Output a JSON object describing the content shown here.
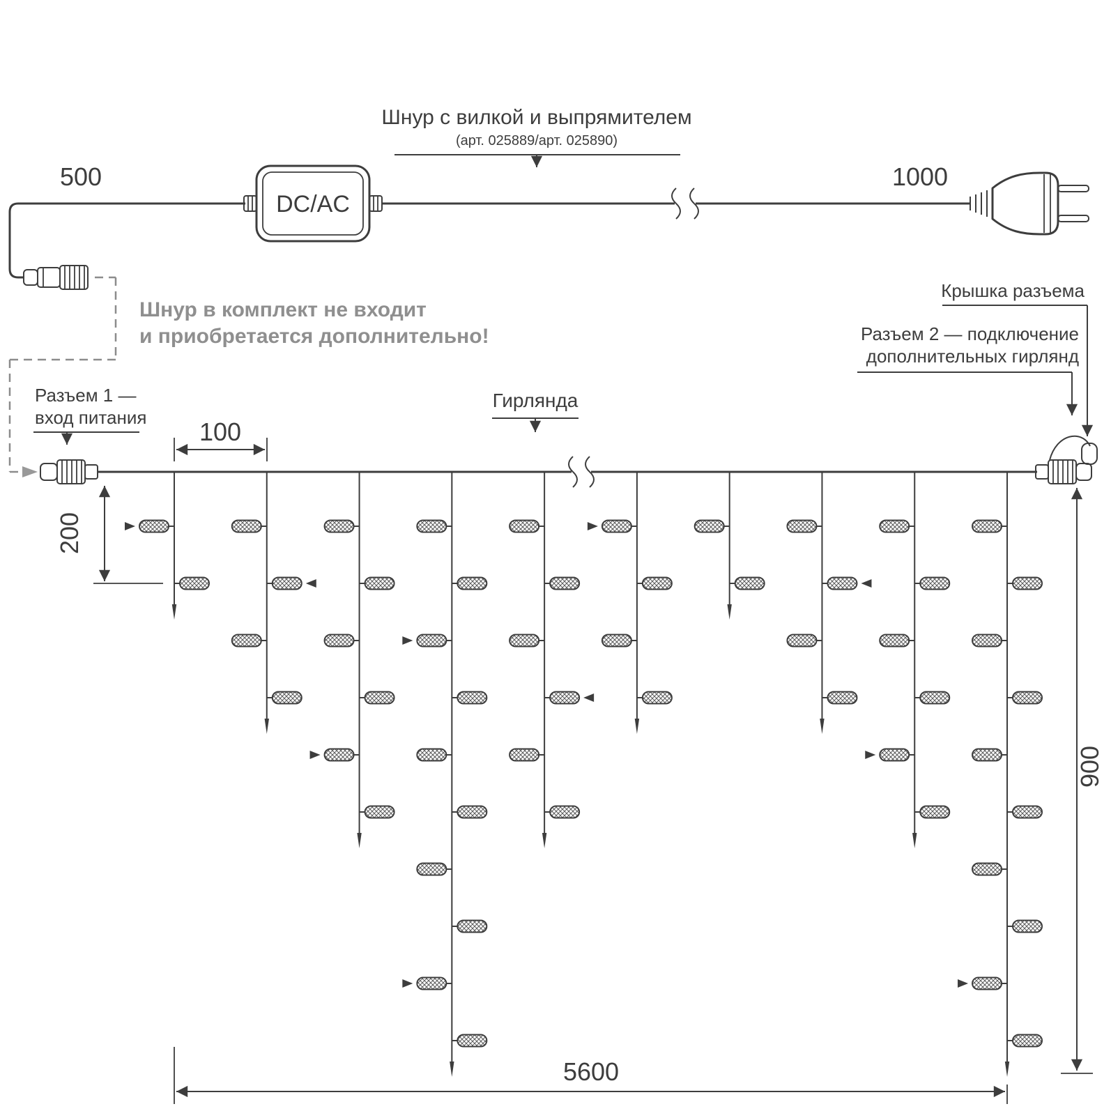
{
  "diagram": {
    "title": "Шнур с вилкой и выпрямителем",
    "subtitle": "(арт. 025889/арт. 025890)",
    "converter_label": "DC/AC",
    "note_line1": "Шнур в комплект не входит",
    "note_line2": "и приобретается дополнительно!",
    "connector1_line1": "Разъем 1 —",
    "connector1_line2": "вход питания",
    "garland_label": "Гирлянда",
    "cap_label": "Крышка разъема",
    "connector2_line1": "Разъем 2 — подключение",
    "connector2_line2": "дополнительных гирлянд",
    "dims": {
      "cord_left": "500",
      "cord_right": "1000",
      "drop_spacing": "100",
      "first_drop": "200",
      "drop_length": "900",
      "garland_length": "5600"
    },
    "colors": {
      "line": "#3d3d3d",
      "note": "#8f8f8f",
      "dashed": "#8c8c8c"
    },
    "garland": {
      "drops": [
        {
          "bulbs": 2,
          "arrows": [
            {
              "row": 1,
              "dir": "right"
            }
          ]
        },
        {
          "bulbs": 4,
          "arrows": [
            {
              "row": 2,
              "dir": "left"
            }
          ]
        },
        {
          "bulbs": 6,
          "arrows": [
            {
              "row": 5,
              "dir": "right"
            }
          ]
        },
        {
          "bulbs": 10,
          "arrows": [
            {
              "row": 3,
              "dir": "right"
            },
            {
              "row": 9,
              "dir": "right"
            }
          ]
        },
        {
          "bulbs": 6,
          "arrows": [
            {
              "row": 4,
              "dir": "left"
            }
          ]
        },
        {
          "bulbs": 4,
          "arrows": [
            {
              "row": 1,
              "dir": "right"
            }
          ]
        },
        {
          "bulbs": 2,
          "arrows": []
        },
        {
          "bulbs": 4,
          "arrows": [
            {
              "row": 2,
              "dir": "left"
            }
          ]
        },
        {
          "bulbs": 6,
          "arrows": [
            {
              "row": 5,
              "dir": "right"
            }
          ]
        },
        {
          "bulbs": 10,
          "arrows": [
            {
              "row": 9,
              "dir": "right"
            }
          ]
        }
      ]
    }
  }
}
